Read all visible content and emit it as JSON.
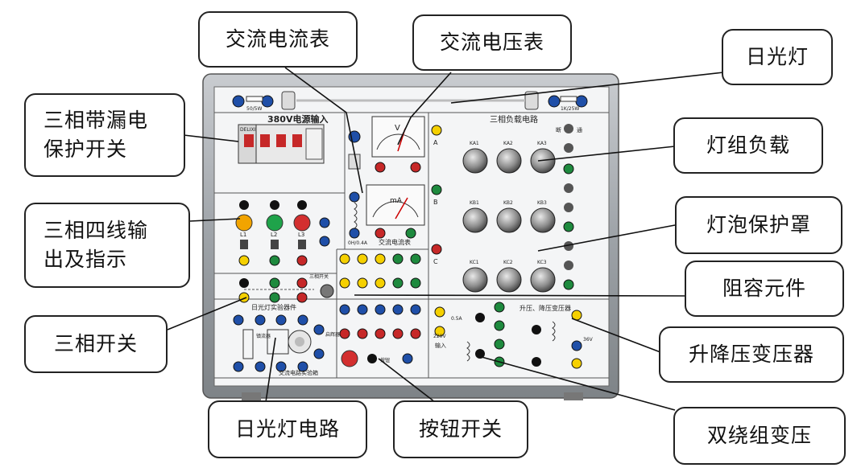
{
  "device": {
    "top_left_rating": "50/5W",
    "top_right_rating": "1K/25W",
    "power_input_title": "380V电源输入",
    "breaker_brand": "DELIXI",
    "current_meter_title": "交流电流表",
    "current_meter_unit": "mA",
    "voltage_meter_unit": "V",
    "load_title": "三相负载电路",
    "load_rows": [
      {
        "phase": "A",
        "lamps": [
          "KA1",
          "KA2",
          "KA3"
        ]
      },
      {
        "phase": "B",
        "lamps": [
          "KB1",
          "KB2",
          "KB3"
        ]
      },
      {
        "phase": "C",
        "lamps": [
          "KC1",
          "KC2",
          "KC3"
        ]
      }
    ],
    "switch_on": "通",
    "switch_off": "断",
    "phase_labels": [
      "L1",
      "L2",
      "L3"
    ],
    "three_phase_switch_label": "三相开关",
    "fluor_title": "日光灯实验器件",
    "fluor_ballast": "镇流器",
    "fluor_starter": "启辉器",
    "inductor_rating": "0H/0.4A",
    "button_label": "按钮",
    "transformer_title": "升压、降压变压器",
    "v220": "220V",
    "v36": "36V",
    "a05": "0.5A",
    "input_label": "输入",
    "panel_name": "交流电路实验箱"
  },
  "callouts": {
    "ac_ammeter": "交流电流表",
    "ac_voltmeter": "交流电压表",
    "fluorescent_lamp": "日光灯",
    "leakage_breaker_l1": "三相带漏电",
    "leakage_breaker_l2": "保护开关",
    "lamp_load": "灯组负载",
    "three_phase_output_l1": "三相四线输",
    "three_phase_output_l2": "出及指示",
    "bulb_guard": "灯泡保护罩",
    "rc_components": "阻容元件",
    "three_phase_switch": "三相开关",
    "step_transformer": "升降压变压器",
    "fluor_circuit": "日光灯电路",
    "push_button": "按钮开关",
    "dual_winding": "双绕组变压"
  }
}
